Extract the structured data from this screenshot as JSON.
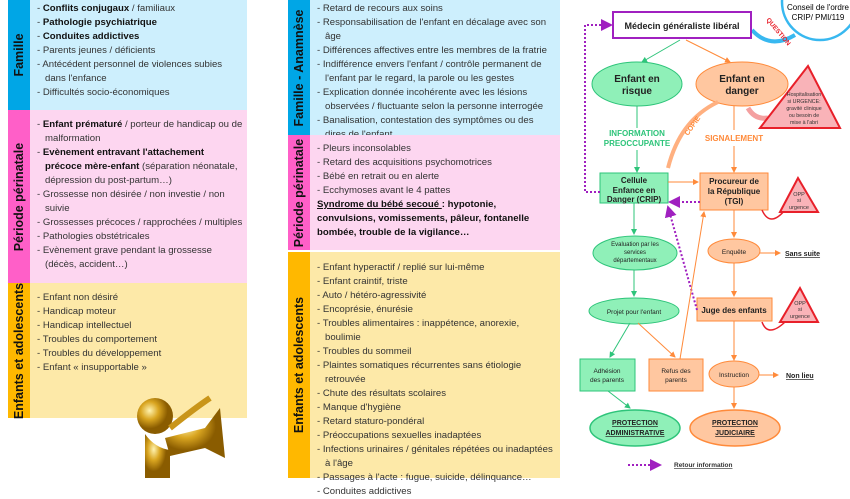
{
  "left": {
    "famille": {
      "label": "Famille",
      "items": [
        {
          "bold": "Conflits conjugaux",
          "rest": " / familiaux"
        },
        {
          "bold": "Pathologie psychiatrique",
          "rest": ""
        },
        {
          "bold": "Conduites addictives",
          "rest": ""
        },
        {
          "bold": "",
          "rest": "Parents jeunes / déficients"
        },
        {
          "bold": "",
          "rest": "Antécédent personnel de violences subies dans l'enfance"
        },
        {
          "bold": "",
          "rest": "Difficultés socio-économiques"
        }
      ]
    },
    "perinatale": {
      "label": "Période périnatale",
      "items": [
        {
          "bold": "Enfant prématuré",
          "rest": " / porteur de handicap ou de malformation"
        },
        {
          "bold": "Evènement entravant l'attachement précoce mère-enfant",
          "rest": " (séparation néonatale, dépression du post-partum…)"
        },
        {
          "bold": "",
          "rest": "Grossesse non désirée / non investie / non suivie"
        },
        {
          "bold": "",
          "rest": "Grossesses précoces / rapprochées / multiples"
        },
        {
          "bold": "",
          "rest": "Pathologies obstétricales"
        },
        {
          "bold": "",
          "rest": "Evènement grave pendant la grossesse (décès, accident…)"
        }
      ]
    },
    "enfants": {
      "label": "Enfants et adolescents",
      "items": [
        "Enfant non désiré",
        "Handicap moteur",
        "Handicap intellectuel",
        "Troubles du comportement",
        "Troubles du développement",
        "Enfant « insupportable »"
      ]
    }
  },
  "middle": {
    "famille": {
      "label": "Famille - Anamnèse",
      "items": [
        "Retard de recours aux soins",
        "Responsabilisation de l'enfant en décalage avec son âge",
        "Différences affectives entre les membres de la fratrie",
        "Indifférence envers l'enfant / contrôle permanent de l'enfant par le regard, la parole ou les gestes",
        "Explication donnée incohérente avec les lésions observées / fluctuante selon la personne interrogée",
        "Banalisation, contestation des symptômes ou des dires de l'enfant"
      ]
    },
    "perinatale": {
      "label": "Période périnatale",
      "items": [
        "Pleurs inconsolables",
        "Retard des acquisitions psychomotrices",
        "Bébé en retrait ou en alerte",
        "Ecchymoses avant le 4 pattes"
      ],
      "syndrome_title": "Syndrome du bébé secoué ",
      "syndrome_text": ": hypotonie, convulsions, vomissements, pâleur, fontanelle bombée, trouble de la vigilance…"
    },
    "enfants": {
      "label": "Enfants et adolescents",
      "items": [
        "Enfant hyperactif / replié sur lui-même",
        "Enfant craintif, triste",
        "Auto / hétéro-agressivité",
        "Encoprésie, énurésie",
        "Troubles alimentaires : inappétence, anorexie, boulimie",
        "Troubles du sommeil",
        "Plaintes somatiques récurrentes sans étiologie retrouvée",
        "Chute des résultats scolaires",
        "Manque d'hygiène",
        "Retard staturo-pondéral",
        "Préoccupations sexuelles inadaptées",
        "Infections urinaires / génitales répétées ou inadaptées à l'âge",
        "Passages à l'acte : fugue, suicide, délinquance…",
        "Conduites addictives"
      ]
    }
  },
  "flow": {
    "conseil": [
      "Conseil de l'ordre",
      "CRIP/ PMI/119"
    ],
    "question": "QUESTION",
    "medecin": "Médecin généraliste libéral",
    "risque": [
      "Enfant en",
      "risque"
    ],
    "danger": [
      "Enfant en",
      "danger"
    ],
    "hospitalisation": [
      "Hospitalisation",
      "si URGENCE:",
      "gravité clinique",
      "ou besoin de",
      "mise à l'abri"
    ],
    "info": [
      "INFORMATION",
      "PREOCCUPANTE"
    ],
    "copie": "COPIE",
    "signalement": "SIGNALEMENT",
    "crip": [
      "Cellule",
      "Enfance en",
      "Danger (CRIP)"
    ],
    "procureur": [
      "Procureur de",
      "la République",
      "(TGI)"
    ],
    "opp": [
      "OPP",
      "si",
      "urgence"
    ],
    "evaluation": [
      "Evaluation par les",
      "services",
      "départementaux"
    ],
    "enquete": "Enquête",
    "sans_suite": "Sans suite",
    "juge": "Juge des enfants",
    "projet": "Projet pour l'enfant",
    "adhesion": [
      "Adhésion",
      "des parents"
    ],
    "refus": [
      "Refus des",
      "parents"
    ],
    "instruction": "Instruction",
    "non_lieu": "Non lieu",
    "prot_admin": [
      "PROTECTION",
      "ADMINISTRATIVE"
    ],
    "prot_jud": [
      "PROTECTION",
      "JUDICIAIRE"
    ],
    "legend": "Retour information"
  },
  "colors": {
    "green": "#2ec47a",
    "green_fill": "#8ff0b8",
    "orange": "#ff8a3a",
    "orange_fill": "#ffc7a0",
    "purple": "#a020c0",
    "red": "#e8202a"
  }
}
